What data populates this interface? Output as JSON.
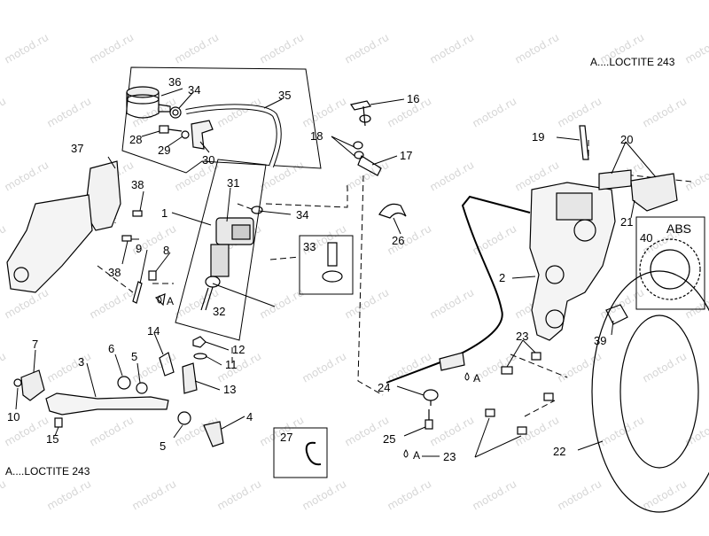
{
  "notes": {
    "top": "A....LOCTITE 243",
    "bottom": "A....LOCTITE 243"
  },
  "watermark": "motod.ru",
  "abs_label": "ABS",
  "loctite_marker": "A",
  "callouts": [
    "1",
    "2",
    "3",
    "4",
    "5",
    "6",
    "7",
    "8",
    "9",
    "10",
    "11",
    "12",
    "13",
    "14",
    "15",
    "16",
    "17",
    "18",
    "19",
    "20",
    "21",
    "22",
    "23",
    "24",
    "25",
    "26",
    "27",
    "28",
    "29",
    "30",
    "31",
    "32",
    "33",
    "34",
    "35",
    "36",
    "37",
    "38",
    "39",
    "40"
  ]
}
